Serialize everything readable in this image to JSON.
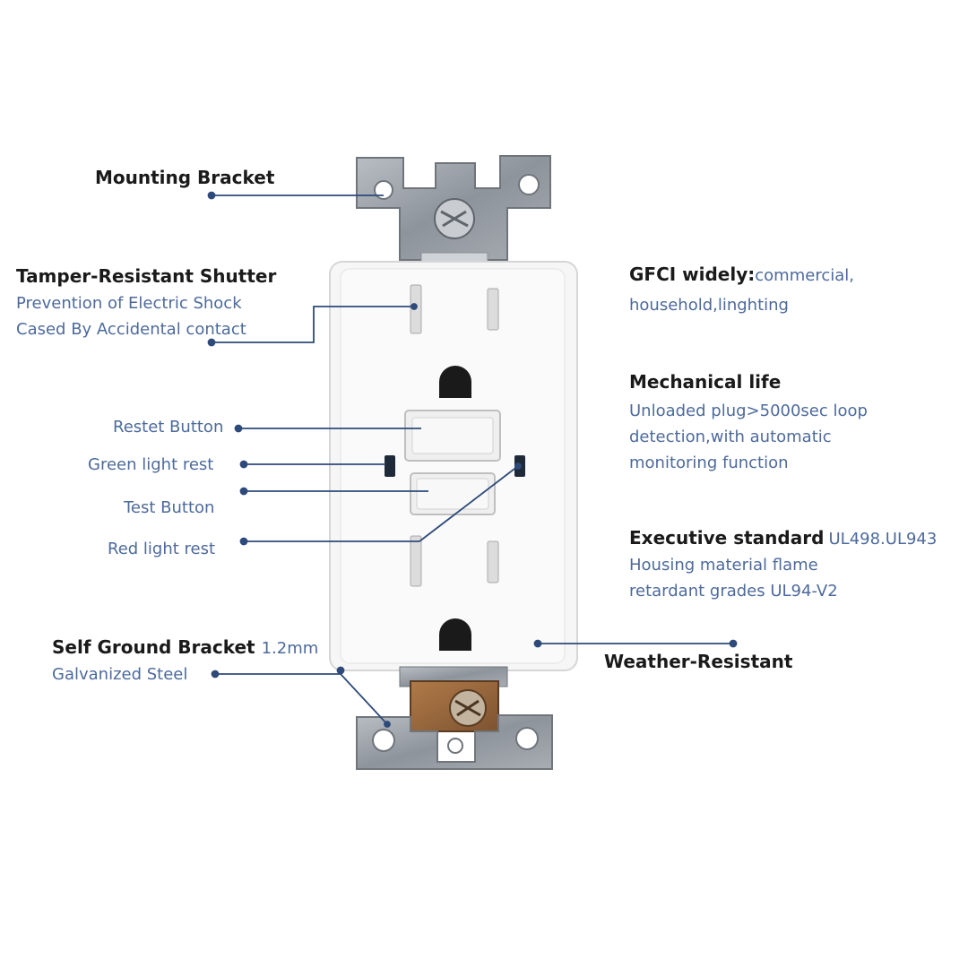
{
  "labels": {
    "mounting_bracket": "Mounting Bracket",
    "tamper_title": "Tamper-Resistant Shutter",
    "tamper_line1": "Prevention of Electric Shock",
    "tamper_line2": "Cased By Accidental contact",
    "reset_button": "Restet Button",
    "green_light": "Green light rest",
    "test_button": "Test Button",
    "red_light": "Red light rest",
    "ground_title": "Self Ground Bracket",
    "ground_spec": "1.2mm",
    "ground_line2": "Galvanized Steel",
    "gfci_title": "GFCI widely:",
    "gfci_line1": "commercial,",
    "gfci_line2": "household,linghting",
    "mech_title": "Mechanical life",
    "mech_line1": "Unloaded plug>5000sec loop",
    "mech_line2": "detection,with automatic",
    "mech_line3": "monitoring function",
    "exec_title": "Executive standard",
    "exec_spec": "UL498.UL943",
    "exec_line1": "Housing material flame",
    "exec_line2": "retardant grades UL94-V2",
    "weather": "Weather-Resistant"
  },
  "colors": {
    "text_dark": "#1a1a1a",
    "text_blue": "#4d6a9c",
    "leader_line": "#2e4a7a",
    "bracket_metal": "#9aa0a6",
    "outlet_body": "#f7f7f7",
    "ground_brass": "#9a6a3e"
  }
}
